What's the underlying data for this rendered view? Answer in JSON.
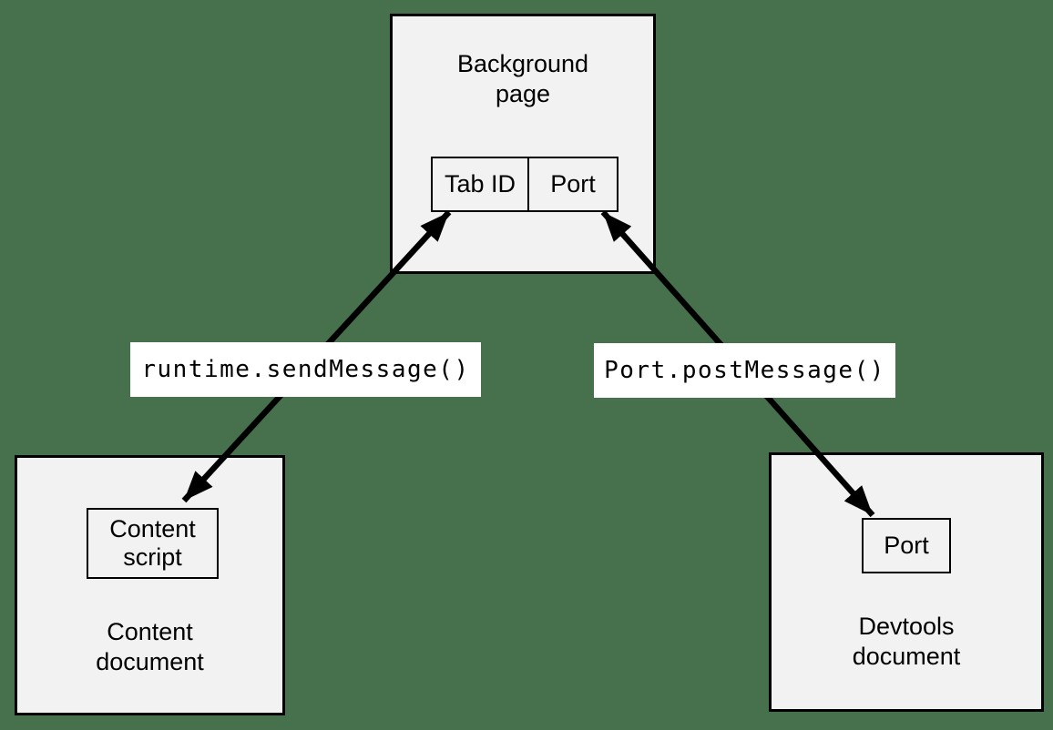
{
  "colors": {
    "page_background": "#47704D",
    "box_fill": "#F1F2F1",
    "box_border": "#000000",
    "arrow_color": "#000000",
    "label_background": "#FFFFFF",
    "text_color": "#000000"
  },
  "background_page": {
    "title": "Background\npage",
    "tab_id_label": "Tab ID",
    "port_label": "Port"
  },
  "content_document": {
    "content_script_label": "Content\nscript",
    "title": "Content\ndocument"
  },
  "devtools_document": {
    "port_label": "Port",
    "title": "Devtools\ndocument"
  },
  "arrows": {
    "runtime_send_message": {
      "label": "runtime.sendMessage()"
    },
    "port_post_message": {
      "label": "Port.postMessage()"
    }
  }
}
